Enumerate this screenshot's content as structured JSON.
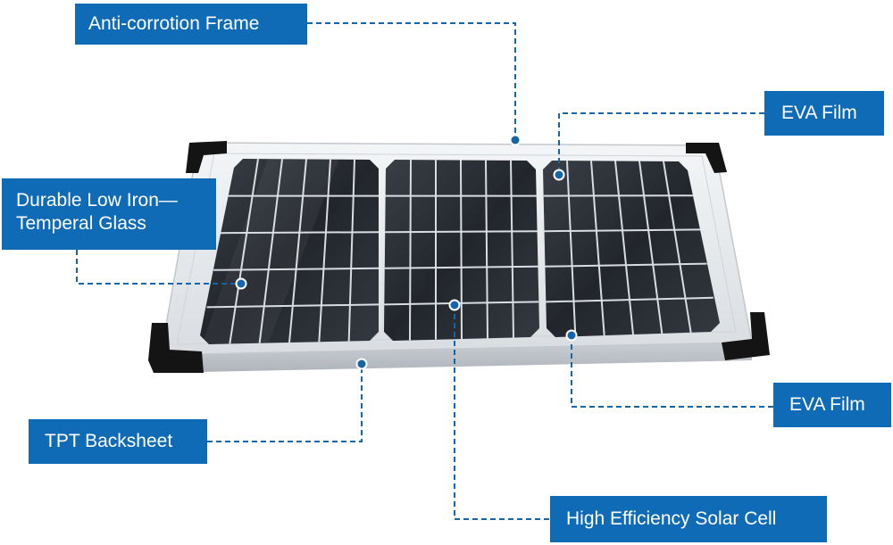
{
  "colors": {
    "callout_bg": "#0f6bb5",
    "callout_text": "#ffffff",
    "leader_line": "#1565a8",
    "frame": "#e6e9ec",
    "cell": "#2b2f36",
    "corner_cap": "#141414"
  },
  "callouts": {
    "frame": {
      "label": "Anti-corrotion Frame"
    },
    "eva_top": {
      "label": "EVA Film"
    },
    "glass": {
      "line1": "Durable Low Iron—",
      "line2": "Temperal Glass"
    },
    "eva_bottom": {
      "label": "EVA Film"
    },
    "backsheet": {
      "label": "TPT Backsheet"
    },
    "solar_cell": {
      "label": "High Efficiency Solar Cell"
    }
  }
}
